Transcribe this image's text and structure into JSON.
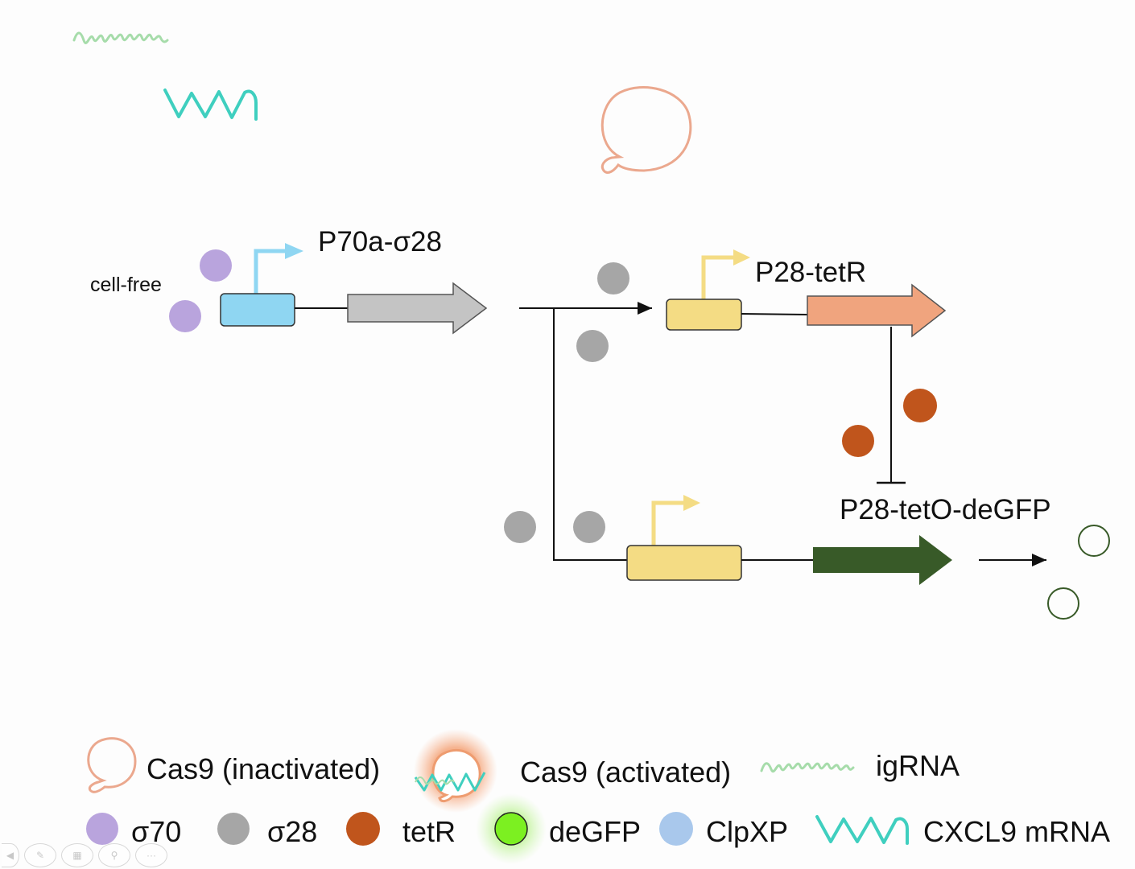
{
  "diagram": {
    "cell_free_label": "cell-free",
    "gene1_label": "P70a-σ28",
    "gene2_label": "P28-tetR",
    "gene3_label": "P28-tetO-deGFP"
  },
  "legend": {
    "row1": [
      {
        "icon": "cas9-inactivated-icon",
        "label": "Cas9 (inactivated)"
      },
      {
        "icon": "cas9-activated-icon",
        "label": "Cas9 (activated)"
      },
      {
        "icon": "igrna-icon",
        "label": "igRNA"
      }
    ],
    "row2": [
      {
        "icon": "sigma70-icon",
        "label": "σ70"
      },
      {
        "icon": "sigma28-icon",
        "label": "σ28"
      },
      {
        "icon": "tetr-icon",
        "label": "tetR"
      },
      {
        "icon": "degfp-icon",
        "label": "deGFP"
      },
      {
        "icon": "clpxp-icon",
        "label": "ClpXP"
      },
      {
        "icon": "cxcl9-mrna-icon",
        "label": "CXCL9 mRNA"
      }
    ]
  },
  "colors": {
    "sigma70": "#b9a4dd",
    "sigma28": "#a6a6a6",
    "tetr": "#c0551c",
    "degfp": "#7cf021",
    "clpxp": "#a9c8ec",
    "cas9": "#eba88e",
    "igrna": "#9fd9a6",
    "cxcl9_mrna": "#3fcfbf",
    "p70_promoter": "#8fd6f2",
    "p28_promoter": "#f4dc84",
    "gene_sigma28": "#c4c4c4",
    "gene_tetr": "#f0a47e",
    "gene_degfp": "#385a28"
  }
}
